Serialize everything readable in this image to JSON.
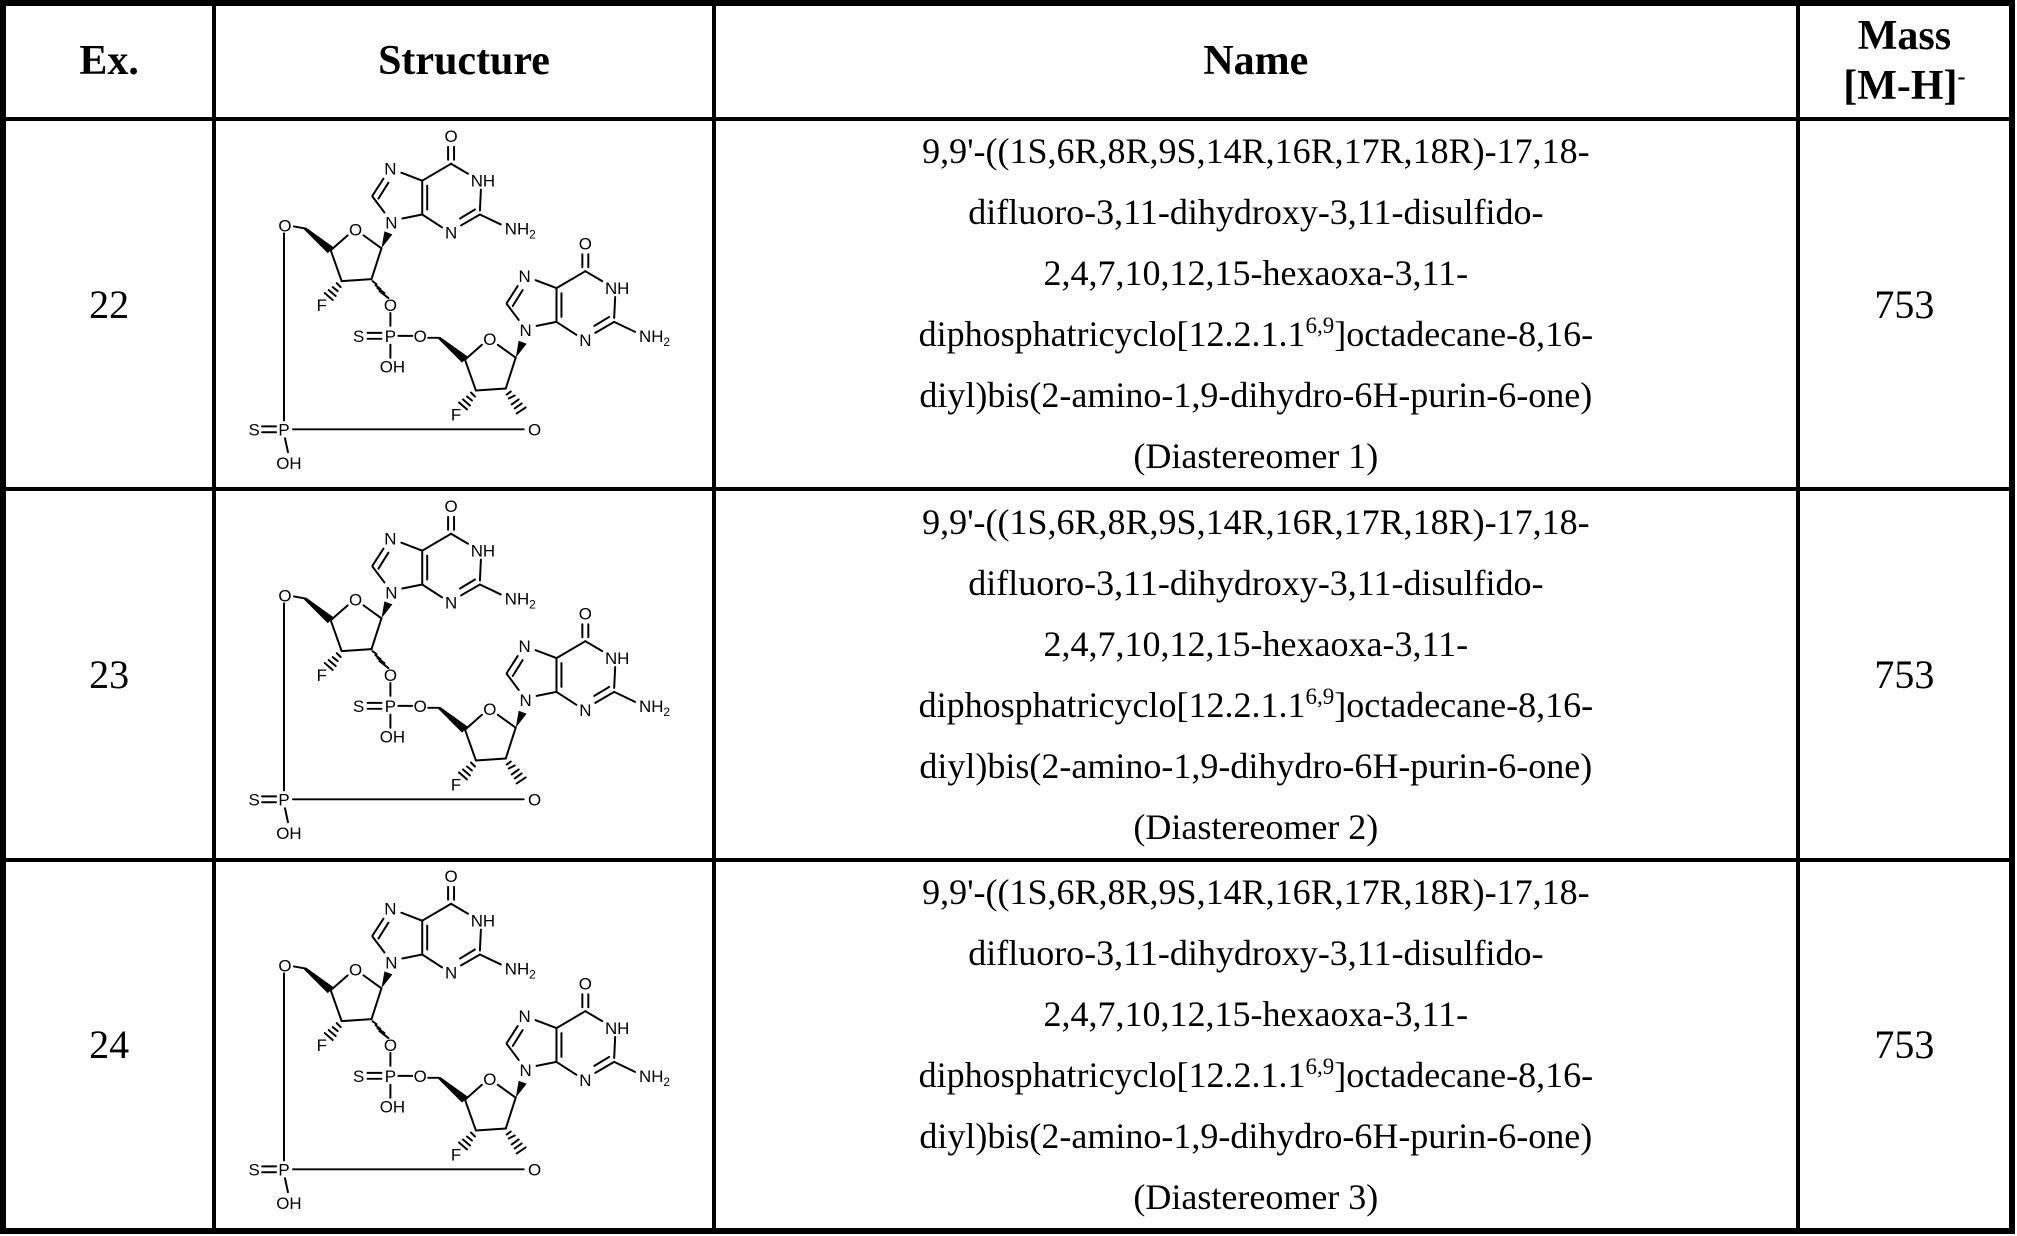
{
  "header": {
    "ex": "Ex.",
    "structure": "Structure",
    "name": "Name",
    "mass_line1": "Mass",
    "mass_bracket": "[M-H]",
    "mass_sup": "-"
  },
  "rows": [
    {
      "ex": "22",
      "mass": "753",
      "name": {
        "l1": "9,9'-((1S,6R,8R,9S,14R,16R,17R,18R)-17,18-",
        "l2": "difluoro-3,11-dihydroxy-3,11-disulfido-",
        "l3": "2,4,7,10,12,15-hexaoxa-3,11-",
        "l4a": "diphosphatricyclo[12.2.1.1",
        "l4sup": "6,9",
        "l4b": "]octadecane-8,16-",
        "l5": "diyl)bis(2-amino-1,9-dihydro-6H-purin-6-one)",
        "l6": "(Diastereomer 1)"
      }
    },
    {
      "ex": "23",
      "mass": "753",
      "name": {
        "l1": "9,9'-((1S,6R,8R,9S,14R,16R,17R,18R)-17,18-",
        "l2": "difluoro-3,11-dihydroxy-3,11-disulfido-",
        "l3": "2,4,7,10,12,15-hexaoxa-3,11-",
        "l4a": "diphosphatricyclo[12.2.1.1",
        "l4sup": "6,9",
        "l4b": "]octadecane-8,16-",
        "l5": "diyl)bis(2-amino-1,9-dihydro-6H-purin-6-one)",
        "l6": "(Diastereomer 2)"
      }
    },
    {
      "ex": "24",
      "mass": "753",
      "name": {
        "l1": "9,9'-((1S,6R,8R,9S,14R,16R,17R,18R)-17,18-",
        "l2": "difluoro-3,11-dihydroxy-3,11-disulfido-",
        "l3": "2,4,7,10,12,15-hexaoxa-3,11-",
        "l4a": "diphosphatricyclo[12.2.1.1",
        "l4sup": "6,9",
        "l4b": "]octadecane-8,16-",
        "l5": "diyl)bis(2-amino-1,9-dihydro-6H-purin-6-one)",
        "l6": "(Diastereomer 3)"
      }
    }
  ],
  "atoms": {
    "o": "O",
    "n": "N",
    "nh": "NH",
    "sub2": "2",
    "f": "F",
    "s": "S",
    "p": "P",
    "oh": "OH"
  }
}
